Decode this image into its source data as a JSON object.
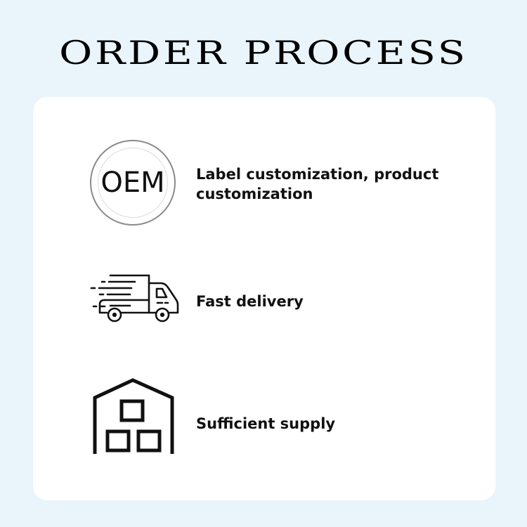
{
  "header": {
    "title": "ORDER PROCESS"
  },
  "colors": {
    "background": "#e9f5fb",
    "card": "#ffffff",
    "text": "#111111"
  },
  "items": [
    {
      "icon": "oem-badge-icon",
      "badge_text": "OEM",
      "label_line1": "Label customization, product",
      "label_line2": "customization"
    },
    {
      "icon": "delivery-truck-icon",
      "label_line1": "Fast delivery"
    },
    {
      "icon": "warehouse-icon",
      "label_line1": "Sufficient supply"
    }
  ]
}
